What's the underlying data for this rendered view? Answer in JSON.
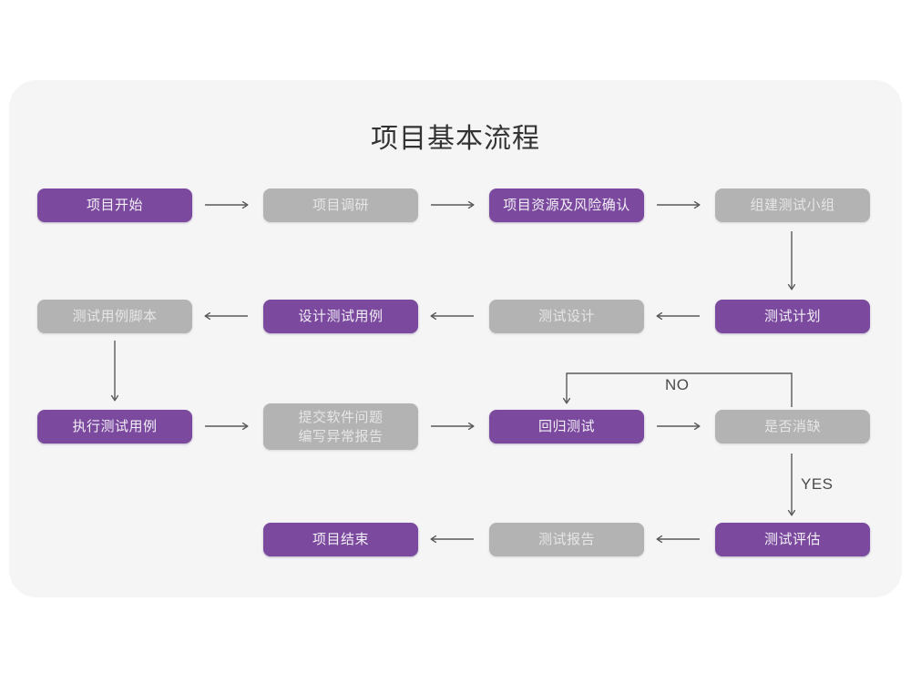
{
  "chart_data": {
    "type": "diagram",
    "title": "项目基本流程",
    "diagram_kind": "flowchart",
    "colors": {
      "page_background": "#ffffff",
      "card_background": "#f5f5f6",
      "node_purple": "#7b4a9e",
      "node_gray": "#b3b3b3",
      "purple_text": "#f2eef6",
      "gray_text": "#e6e6e6",
      "title_text": "#333333",
      "connector": "#5a5a5a"
    },
    "nodes": [
      {
        "id": "n1",
        "label": "项目开始",
        "style": "purple",
        "row": 1,
        "col": 1
      },
      {
        "id": "n2",
        "label": "项目调研",
        "style": "gray",
        "row": 1,
        "col": 2
      },
      {
        "id": "n3",
        "label": "项目资源及风险确认",
        "style": "purple",
        "row": 1,
        "col": 3
      },
      {
        "id": "n4",
        "label": "组建测试小组",
        "style": "gray",
        "row": 1,
        "col": 4
      },
      {
        "id": "n5",
        "label": "测试用例脚本",
        "style": "gray",
        "row": 2,
        "col": 1
      },
      {
        "id": "n6",
        "label": "设计测试用例",
        "style": "purple",
        "row": 2,
        "col": 2
      },
      {
        "id": "n7",
        "label": "测试设计",
        "style": "gray",
        "row": 2,
        "col": 3
      },
      {
        "id": "n8",
        "label": "测试计划",
        "style": "purple",
        "row": 2,
        "col": 4
      },
      {
        "id": "n9",
        "label": "执行测试用例",
        "style": "purple",
        "row": 3,
        "col": 1
      },
      {
        "id": "n10",
        "label": "提交软件问题\n编写异常报告",
        "style": "gray",
        "row": 3,
        "col": 2
      },
      {
        "id": "n11",
        "label": "回归测试",
        "style": "purple",
        "row": 3,
        "col": 3
      },
      {
        "id": "n12",
        "label": "是否消缺",
        "style": "gray",
        "row": 3,
        "col": 4
      },
      {
        "id": "n13",
        "label": "项目结束",
        "style": "purple",
        "row": 4,
        "col": 2
      },
      {
        "id": "n14",
        "label": "测试报告",
        "style": "gray",
        "row": 4,
        "col": 3
      },
      {
        "id": "n15",
        "label": "测试评估",
        "style": "purple",
        "row": 4,
        "col": 4
      }
    ],
    "edges": [
      {
        "from": "n1",
        "to": "n2",
        "label": "",
        "direction": "right"
      },
      {
        "from": "n2",
        "to": "n3",
        "label": "",
        "direction": "right"
      },
      {
        "from": "n3",
        "to": "n4",
        "label": "",
        "direction": "right"
      },
      {
        "from": "n4",
        "to": "n8",
        "label": "",
        "direction": "down"
      },
      {
        "from": "n8",
        "to": "n7",
        "label": "",
        "direction": "left"
      },
      {
        "from": "n7",
        "to": "n6",
        "label": "",
        "direction": "left"
      },
      {
        "from": "n6",
        "to": "n5",
        "label": "",
        "direction": "left"
      },
      {
        "from": "n5",
        "to": "n9",
        "label": "",
        "direction": "down"
      },
      {
        "from": "n9",
        "to": "n10",
        "label": "",
        "direction": "right"
      },
      {
        "from": "n10",
        "to": "n11",
        "label": "",
        "direction": "right"
      },
      {
        "from": "n11",
        "to": "n12",
        "label": "",
        "direction": "right"
      },
      {
        "from": "n12",
        "to": "n11",
        "label": "NO",
        "direction": "loop-up-left"
      },
      {
        "from": "n12",
        "to": "n15",
        "label": "YES",
        "direction": "down"
      },
      {
        "from": "n15",
        "to": "n14",
        "label": "",
        "direction": "left"
      },
      {
        "from": "n14",
        "to": "n13",
        "label": "",
        "direction": "left"
      }
    ],
    "edge_labels": [
      {
        "id": "lbl-no",
        "text": "NO"
      },
      {
        "id": "lbl-yes",
        "text": "YES"
      }
    ]
  }
}
